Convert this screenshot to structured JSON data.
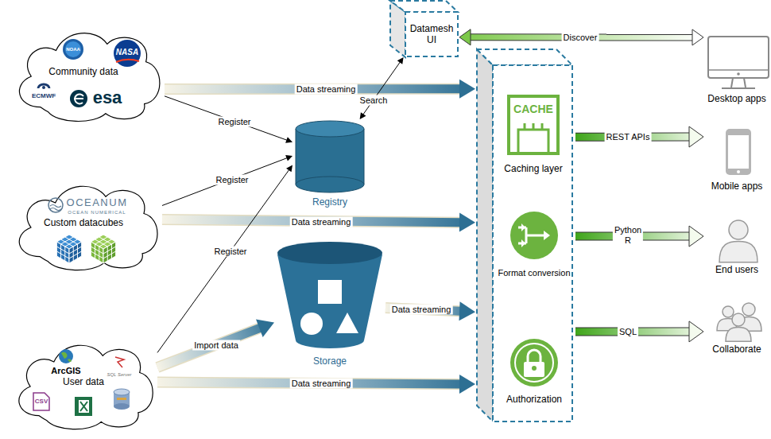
{
  "diagram": {
    "nodes": [
      {
        "text": [
          "Community data",
          "NOAA",
          "NASA",
          "ECMWF",
          "esa"
        ]
      },
      {
        "text": [
          "Datamesh UI"
        ]
      },
      {
        "text": []
      },
      {
        "text": [
          "CACHE",
          "Caching layer"
        ],
        "in": 2
      },
      {
        "text": [
          "Desktop apps"
        ]
      },
      {
        "text": [
          "Registry"
        ]
      },
      {
        "text": [
          "Mobile apps"
        ]
      },
      {
        "text": [
          "OCEANUM",
          "OCEAN NUMERICAL",
          "Custom datacubes"
        ]
      },
      {
        "text": [
          "Format conversion"
        ],
        "in": 2
      },
      {
        "text": [
          "End users"
        ]
      },
      {
        "text": [
          "Storage"
        ]
      },
      {
        "text": [
          "Collaborate"
        ]
      },
      {
        "text": [
          "ArcGIS",
          "SQL Server",
          "User data",
          "CSV"
        ]
      },
      {
        "text": [
          "Authorization"
        ],
        "in": 2
      }
    ],
    "edges": [
      {
        "from": 0,
        "to": 2,
        "label": "Data streaming",
        "arrow": "to"
      },
      {
        "from": 0,
        "to": 5,
        "label": "Register",
        "arrow": "to"
      },
      {
        "from": 5,
        "to": 1,
        "label": "Search",
        "arrow": "both"
      },
      {
        "from": 1,
        "to": 4,
        "label": "Discover",
        "arrow": "both"
      },
      {
        "from": 2,
        "to": 6,
        "label": "REST APIs",
        "arrow": "to"
      },
      {
        "from": 7,
        "to": 5,
        "label": "Register",
        "arrow": "to"
      },
      {
        "from": 7,
        "to": 2,
        "label": "Data streaming",
        "arrow": "to"
      },
      {
        "from": 2,
        "to": 9,
        "label": "Python R",
        "arrow": "to"
      },
      {
        "from": 12,
        "to": 5,
        "label": "Register",
        "arrow": "to"
      },
      {
        "from": 12,
        "to": 10,
        "label": "Import data",
        "arrow": "to"
      },
      {
        "from": 10,
        "to": 2,
        "label": "Data streaming",
        "arrow": "to"
      },
      {
        "from": 2,
        "to": 11,
        "label": "SQL",
        "arrow": "to"
      },
      {
        "from": 12,
        "to": 2,
        "label": "Data streaming",
        "arrow": "to"
      }
    ]
  }
}
